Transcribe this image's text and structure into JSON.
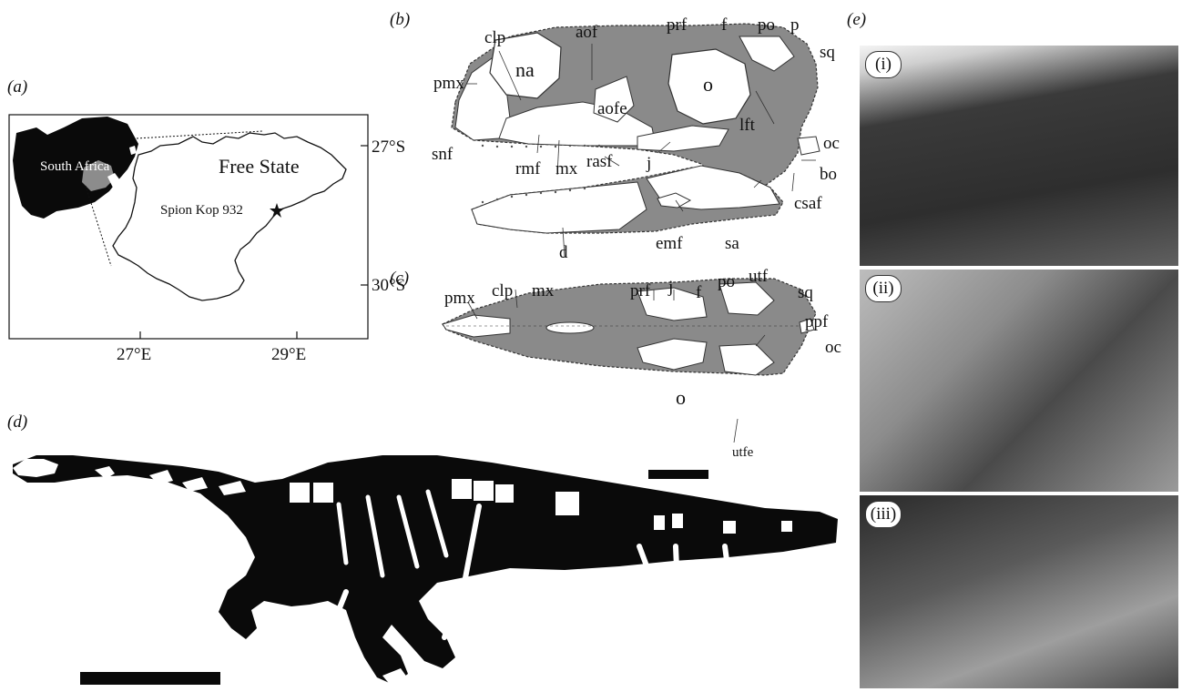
{
  "panels": {
    "a": "(a)",
    "b": "(b)",
    "c": "(c)",
    "d": "(d)",
    "e": "(e)"
  },
  "map": {
    "region_label": "Free State",
    "country_label": "South Africa",
    "site_label": "Spion Kop 932",
    "lat_top": "27°S",
    "lat_bottom": "30°S",
    "lon_left": "27°E",
    "lon_right": "29°E"
  },
  "skull_lateral": {
    "clp": "clp",
    "aof": "aof",
    "prf": "prf",
    "f": "f",
    "po": "po",
    "p": "p",
    "pmx": "pmx",
    "na": "na",
    "o": "o",
    "sq": "sq",
    "aofe": "aofe",
    "lft": "lft",
    "oc": "oc",
    "snf": "snf",
    "rmf": "rmf",
    "mx": "mx",
    "j": "j",
    "bo": "bo",
    "rasf": "rasf",
    "csaf": "csaf",
    "emf": "emf",
    "sa": "sa",
    "d": "d"
  },
  "skull_dorsal": {
    "prf": "prf",
    "j": "j",
    "f": "f",
    "po": "po",
    "utf": "utf",
    "sq": "sq",
    "clp": "clp",
    "mx": "mx",
    "pmx": "pmx",
    "ppf": "ppf",
    "oc": "oc",
    "o": "o",
    "utfe": "utfe"
  },
  "histology": {
    "i": "(i)",
    "ii": "(ii)",
    "iii": "(iii)"
  },
  "colors": {
    "black": "#0a0a0a",
    "grey": "#8a8a8a",
    "map_grey": "#8c8c8c"
  }
}
